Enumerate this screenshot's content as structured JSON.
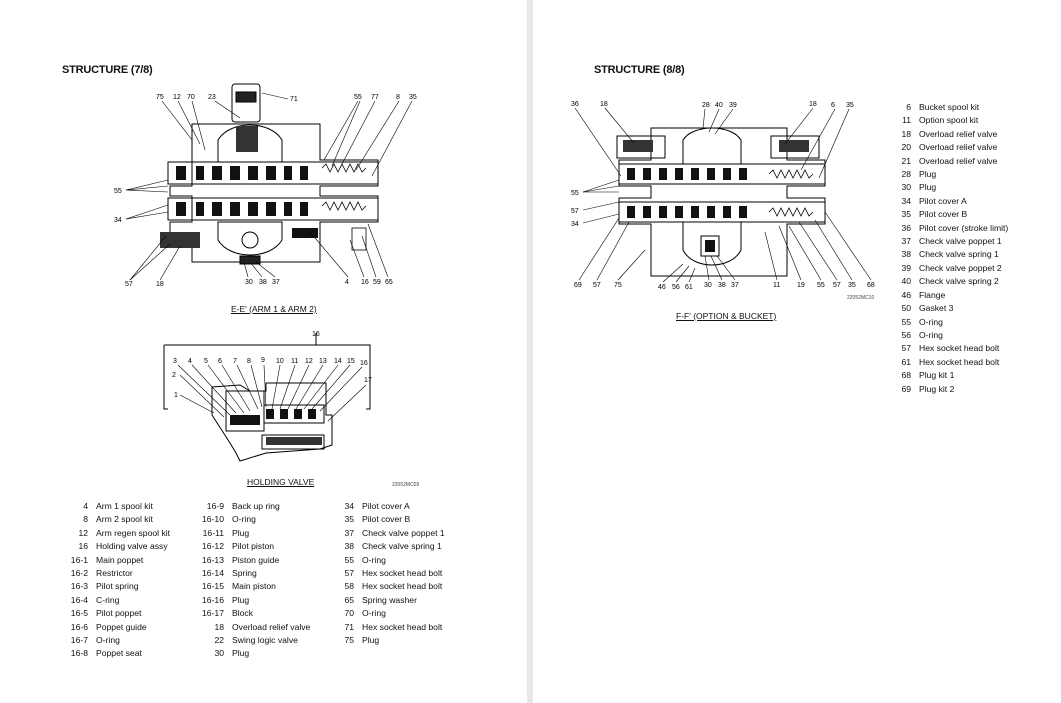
{
  "left": {
    "title": "STRUCTURE (7/8)",
    "caption_top": "E-E' (ARM 1 & ARM 2)",
    "caption_bottom": "HOLDING VALVE",
    "code": "22052MC09",
    "callouts_top": [
      "75",
      "12",
      "70",
      "23",
      "71",
      "55",
      "77",
      "8",
      "35",
      "55",
      "34",
      "57",
      "18",
      "30",
      "38",
      "37",
      "4",
      "16",
      "59",
      "65"
    ],
    "callouts_bottom": [
      "16",
      "3",
      "4",
      "5",
      "6",
      "7",
      "8",
      "9",
      "10",
      "11",
      "12",
      "13",
      "14",
      "15",
      "16",
      "2",
      "17",
      "1"
    ],
    "legend_col1": [
      {
        "n": "4",
        "t": "Arm 1 spool kit"
      },
      {
        "n": "8",
        "t": "Arm 2 spool kit"
      },
      {
        "n": "12",
        "t": "Arm regen spool kit"
      },
      {
        "n": "16",
        "t": "Holding valve assy"
      },
      {
        "n": "16-1",
        "t": "Main poppet"
      },
      {
        "n": "16-2",
        "t": "Restrictor"
      },
      {
        "n": "16-3",
        "t": "Pilot spring"
      },
      {
        "n": "16-4",
        "t": "C-ring"
      },
      {
        "n": "16-5",
        "t": "Pilot poppet"
      },
      {
        "n": "16-6",
        "t": "Poppet guide"
      },
      {
        "n": "16-7",
        "t": "O-ring"
      },
      {
        "n": "16-8",
        "t": "Poppet seat"
      }
    ],
    "legend_col2": [
      {
        "n": "16-9",
        "t": "Back up ring"
      },
      {
        "n": "16-10",
        "t": "O-ring"
      },
      {
        "n": "16-11",
        "t": "Plug"
      },
      {
        "n": "16-12",
        "t": "Pilot piston"
      },
      {
        "n": "16-13",
        "t": "Piston guide"
      },
      {
        "n": "16-14",
        "t": "Spring"
      },
      {
        "n": "16-15",
        "t": "Main piston"
      },
      {
        "n": "16-16",
        "t": "Plug"
      },
      {
        "n": "16-17",
        "t": "Block"
      },
      {
        "n": "18",
        "t": "Overload relief valve"
      },
      {
        "n": "22",
        "t": "Swing logic valve"
      },
      {
        "n": "30",
        "t": "Plug"
      }
    ],
    "legend_col3": [
      {
        "n": "34",
        "t": "Pilot cover A"
      },
      {
        "n": "35",
        "t": "Pilot cover B"
      },
      {
        "n": "37",
        "t": "Check valve poppet 1"
      },
      {
        "n": "38",
        "t": "Check valve spring 1"
      },
      {
        "n": "55",
        "t": "O-ring"
      },
      {
        "n": "57",
        "t": "Hex socket head bolt"
      },
      {
        "n": "58",
        "t": "Hex socket head bolt"
      },
      {
        "n": "65",
        "t": "Spring washer"
      },
      {
        "n": "70",
        "t": "O-ring"
      },
      {
        "n": "71",
        "t": "Hex socket head bolt"
      },
      {
        "n": "75",
        "t": "Plug"
      }
    ]
  },
  "right": {
    "title": "STRUCTURE (8/8)",
    "caption": "F-F' (OPTION & BUCKET)",
    "code": "22052MC10",
    "callouts": [
      "36",
      "18",
      "28",
      "40",
      "39",
      "18",
      "6",
      "35",
      "55",
      "57",
      "34",
      "69",
      "57",
      "75",
      "46",
      "56",
      "61",
      "30",
      "38",
      "37",
      "11",
      "19",
      "55",
      "57",
      "35",
      "68"
    ],
    "legend": [
      {
        "n": "6",
        "t": "Bucket spool kit"
      },
      {
        "n": "11",
        "t": "Option spool kit"
      },
      {
        "n": "18",
        "t": "Overload relief valve"
      },
      {
        "n": "20",
        "t": "Overload relief valve"
      },
      {
        "n": "21",
        "t": "Overload relief valve"
      },
      {
        "n": "28",
        "t": "Plug"
      },
      {
        "n": "30",
        "t": "Plug"
      },
      {
        "n": "34",
        "t": "Pilot cover A"
      },
      {
        "n": "35",
        "t": "Pilot cover B"
      },
      {
        "n": "36",
        "t": "Pilot cover (stroke limit)"
      },
      {
        "n": "37",
        "t": "Check valve poppet 1"
      },
      {
        "n": "38",
        "t": "Check valve spring 1"
      },
      {
        "n": "39",
        "t": "Check valve poppet 2"
      },
      {
        "n": "40",
        "t": "Check valve spring 2"
      },
      {
        "n": "46",
        "t": "Flange"
      },
      {
        "n": "50",
        "t": "Gasket 3"
      },
      {
        "n": "55",
        "t": "O-ring"
      },
      {
        "n": "56",
        "t": "O-ring"
      },
      {
        "n": "57",
        "t": "Hex socket head bolt"
      },
      {
        "n": "61",
        "t": "Hex socket head bolt"
      },
      {
        "n": "68",
        "t": "Plug kit 1"
      },
      {
        "n": "69",
        "t": "Plug kit 2"
      }
    ]
  }
}
